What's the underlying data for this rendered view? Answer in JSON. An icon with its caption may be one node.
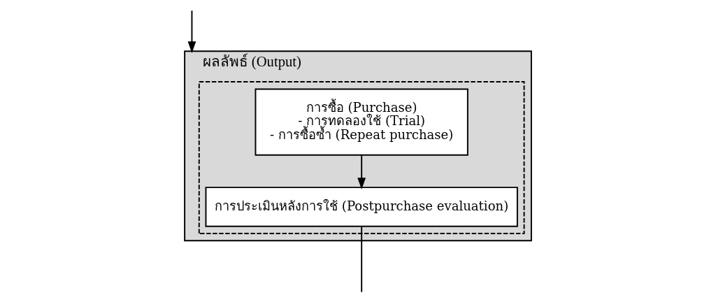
{
  "diagram": {
    "nodes": [
      {
        "text": [
          "ผลลัพธ์ (Output)"
        ]
      },
      {
        "text": [],
        "shape": "box",
        "in": 0
      },
      {
        "text": [
          "การซื้อ (Purchase)",
          "- การทดลองใช้ (Trial)",
          "- การซื้อซ้ำ (Repeat purchase)"
        ],
        "in": 1
      },
      {
        "text": [
          "การประเมินหลังการใช้ (Postpurchase evaluation)"
        ],
        "in": 1
      }
    ],
    "edges": [
      {
        "from": 2,
        "to": 3,
        "arrow": "to"
      },
      {
        "from": 3,
        "to": null,
        "arrow": "none"
      },
      {
        "from": null,
        "to": 0,
        "arrow": "to"
      }
    ]
  }
}
